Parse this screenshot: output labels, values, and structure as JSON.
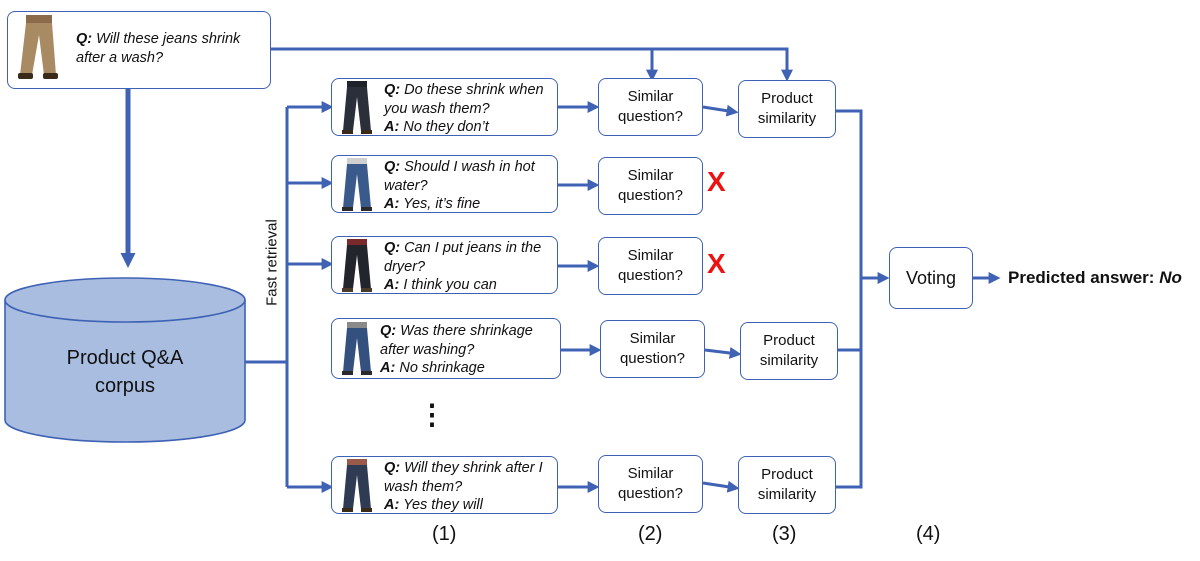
{
  "query": {
    "q_prefix": "Q:",
    "q_text": "Will these jeans shrink after a wash?"
  },
  "corpus": {
    "line1": "Product Q&A",
    "line2": "corpus"
  },
  "retrieval_label": "Fast retrieval",
  "qa_pairs": [
    {
      "q_prefix": "Q:",
      "q": "Do these shrink when you wash them?",
      "a_prefix": "A:",
      "a": "No they don’t"
    },
    {
      "q_prefix": "Q:",
      "q": "Should I wash in hot water?",
      "a_prefix": "A:",
      "a": "Yes, it’s fine"
    },
    {
      "q_prefix": "Q:",
      "q": "Can I put jeans in the dryer?",
      "a_prefix": "A:",
      "a": "I think you can"
    },
    {
      "q_prefix": "Q:",
      "q": "Was there shrinkage after washing?",
      "a_prefix": "A:",
      "a": "No shrinkage"
    },
    {
      "q_prefix": "Q:",
      "q": "Will they shrink after I wash them?",
      "a_prefix": "A:",
      "a": "Yes they will"
    }
  ],
  "ellipsis": "⋮",
  "similar_question": {
    "line1": "Similar",
    "line2": "question?"
  },
  "product_similarity": {
    "line1": "Product",
    "line2": "similarity"
  },
  "reject_mark": "X",
  "voting_label": "Voting",
  "prediction": {
    "label": "Predicted answer:",
    "value": "No"
  },
  "step_labels": [
    "(1)",
    "(2)",
    "(3)",
    "(4)"
  ],
  "colors": {
    "arrow": "#3f62b4",
    "cylinder_fill": "#a8bde0",
    "reject": "#ee1111"
  }
}
